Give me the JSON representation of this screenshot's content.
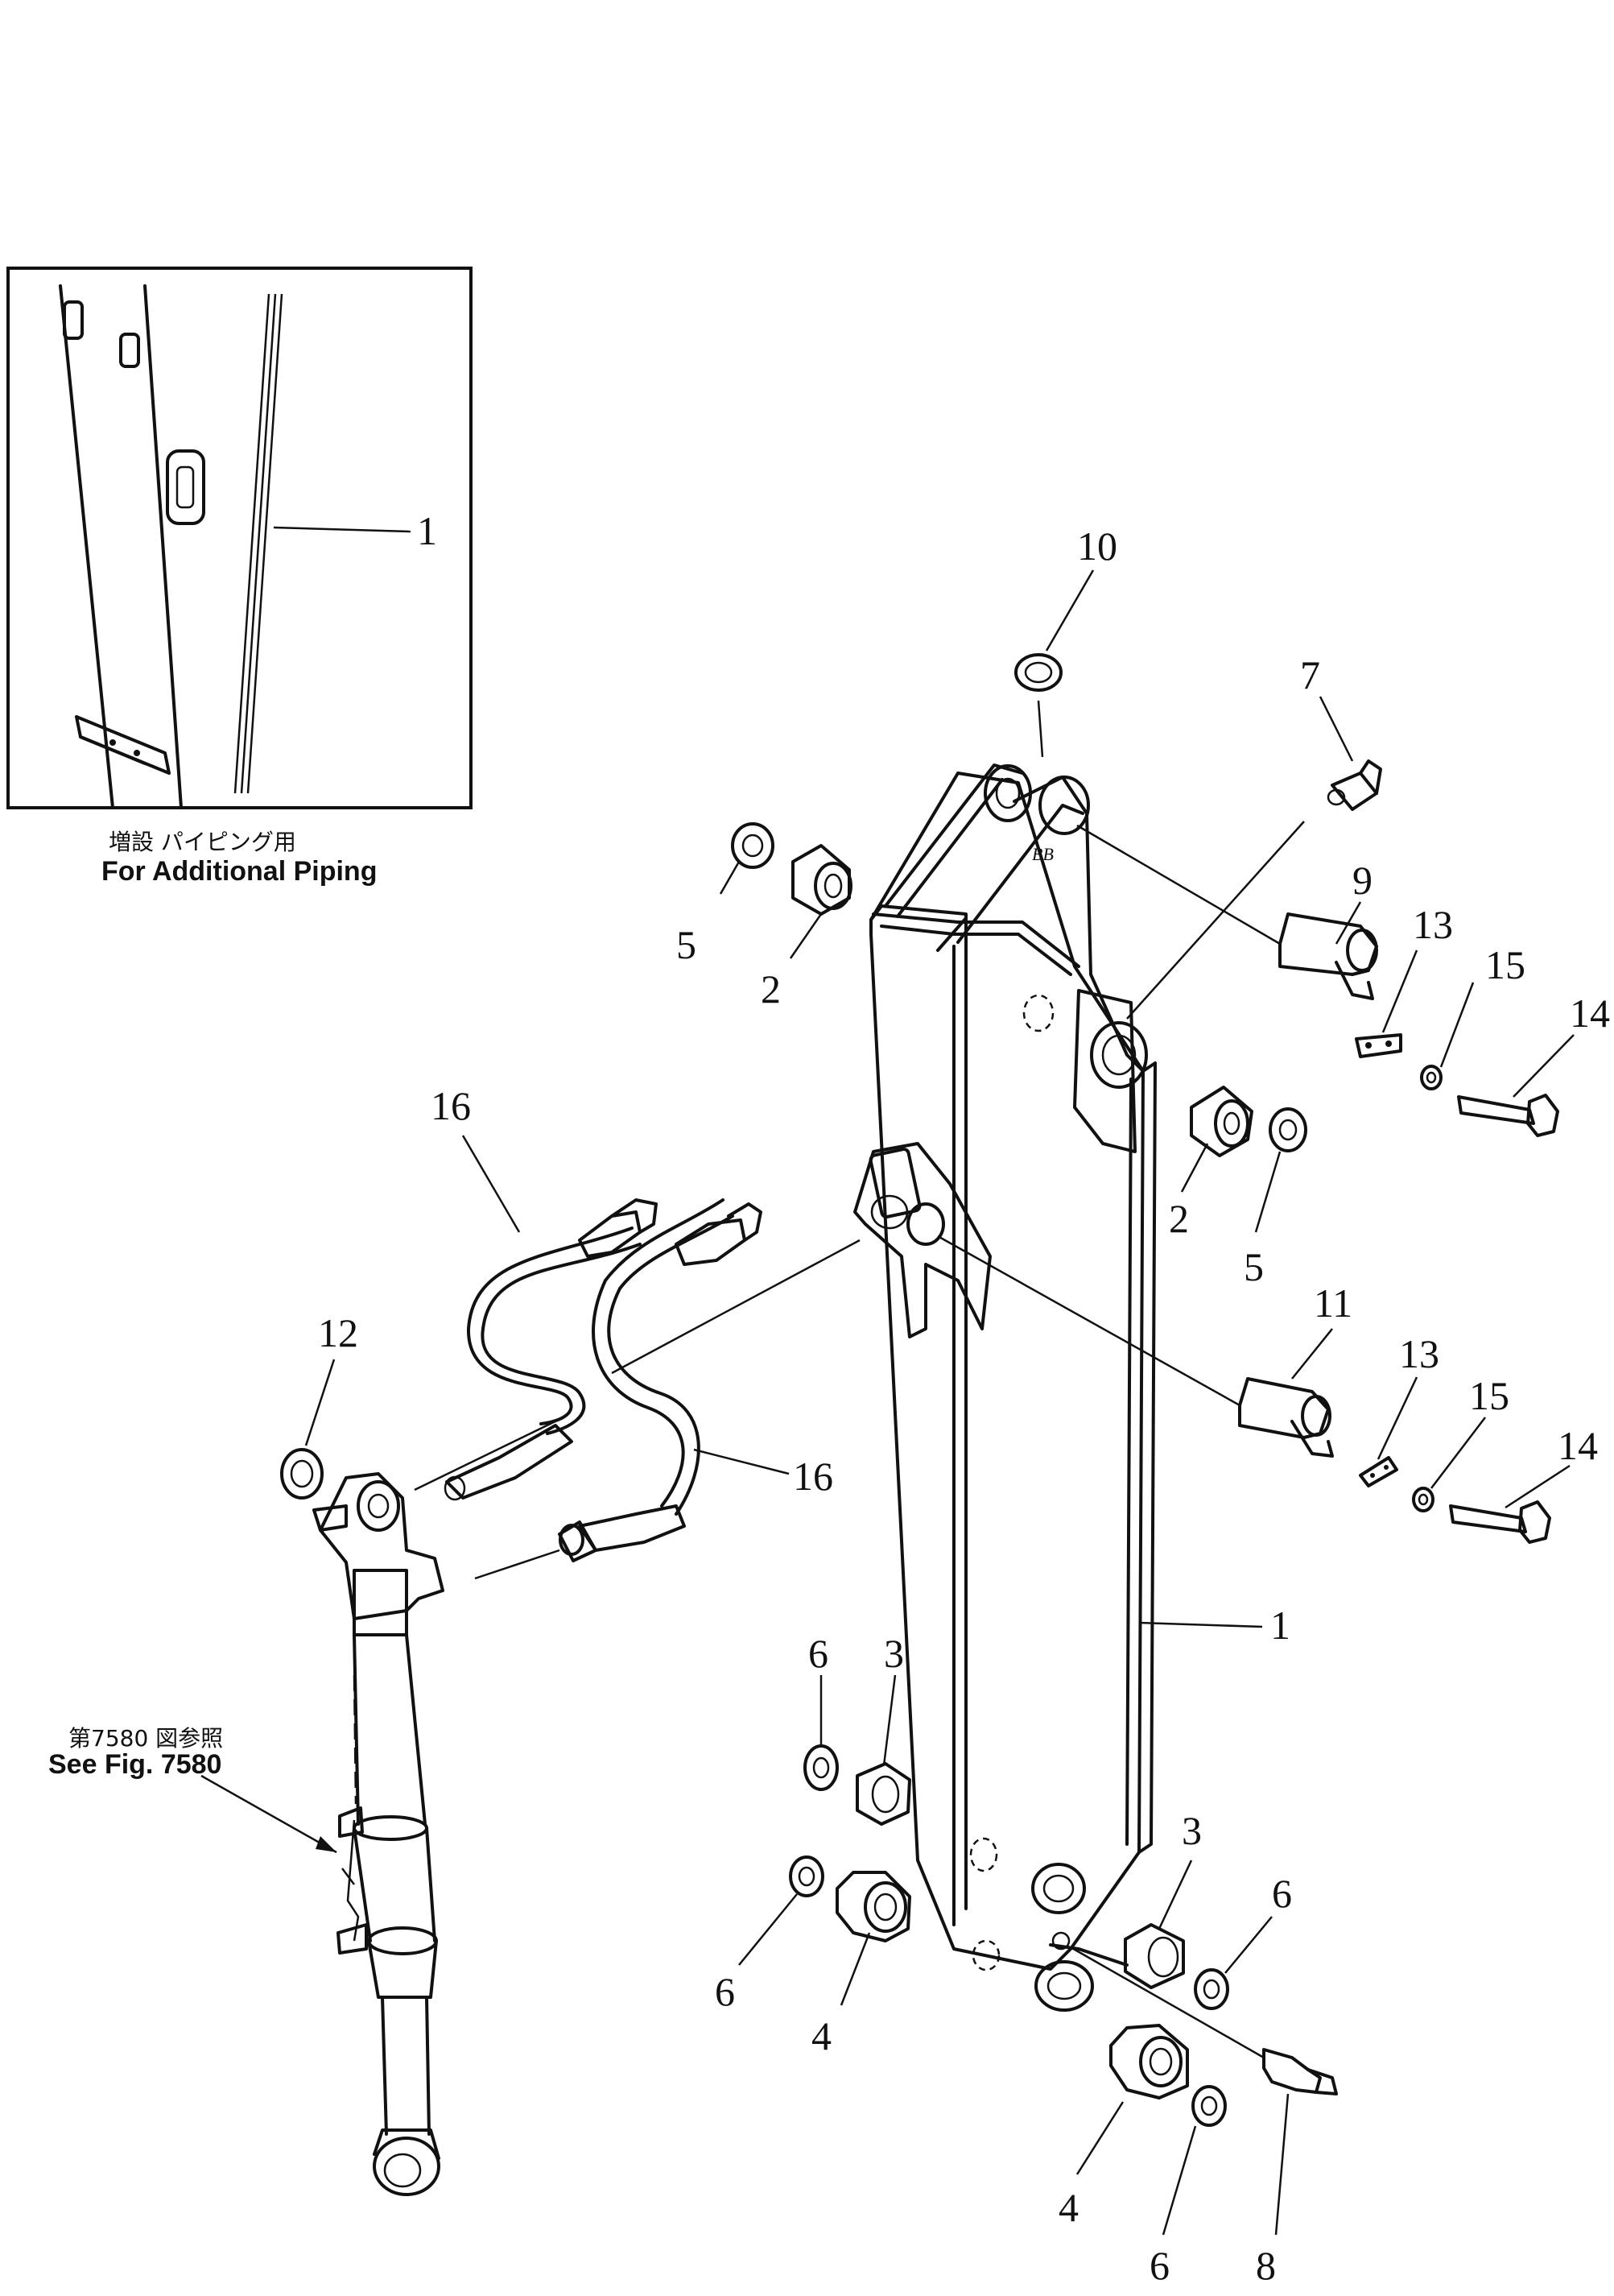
{
  "inset": {
    "callout": "1",
    "caption_jp": "増設 パイピング用",
    "caption_en": "For Additional Piping"
  },
  "reference": {
    "caption_jp": "第7580 図参照",
    "caption_en": "See Fig. 7580"
  },
  "callouts": {
    "c1": "1",
    "c2a": "2",
    "c2b": "2",
    "c3a": "3",
    "c3b": "3",
    "c4a": "4",
    "c4b": "4",
    "c5a": "5",
    "c5b": "5",
    "c6a": "6",
    "c6b": "6",
    "c6c": "6",
    "c6d": "6",
    "c7": "7",
    "c8": "8",
    "c9": "9",
    "c10": "10",
    "c11": "11",
    "c12": "12",
    "c13a": "13",
    "c13b": "13",
    "c14a": "14",
    "c14b": "14",
    "c15a": "15",
    "c15b": "15",
    "c16a": "16",
    "c16b": "16"
  },
  "boom_marking": "BB"
}
